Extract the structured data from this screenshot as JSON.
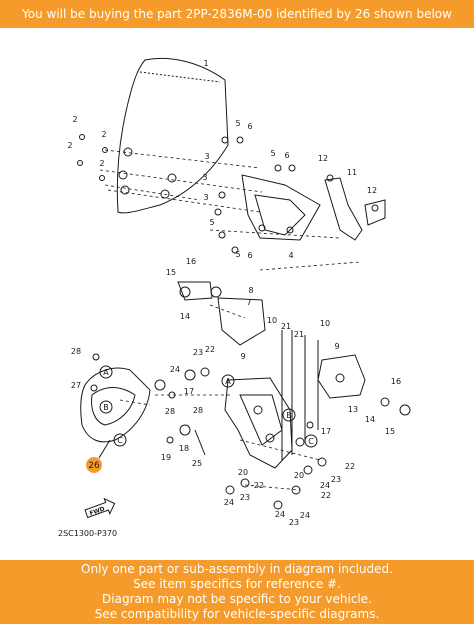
{
  "colors": {
    "banner": "#f59b2b",
    "banner_text": "#ffffff",
    "line": "#1a1a1a",
    "highlight": "#f59b2b"
  },
  "top_banner": {
    "text": "You will be buying the part 2PP-2836M-00 identified by 26 shown below"
  },
  "diagram": {
    "highlighted_callout": "26",
    "code_label": "2SC1300-P370",
    "fwd_label": "FWD",
    "letters": [
      "A",
      "B",
      "C"
    ],
    "callouts": [
      "1",
      "2",
      "3",
      "4",
      "5",
      "6",
      "7",
      "8",
      "9",
      "10",
      "11",
      "12",
      "13",
      "14",
      "15",
      "16",
      "17",
      "18",
      "19",
      "20",
      "21",
      "22",
      "23",
      "24",
      "25",
      "27",
      "28"
    ]
  },
  "bottom_banner": {
    "lines": [
      "Only one part or sub-assembly in diagram included.",
      "See item specifics for reference #.",
      "Diagram may not be specific to your vehicle.",
      "See compatibility for vehicle-specific diagrams."
    ]
  }
}
